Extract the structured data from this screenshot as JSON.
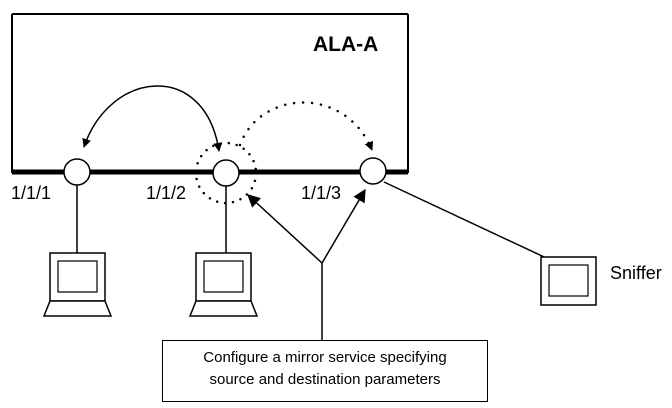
{
  "device": {
    "name": "ALA-A"
  },
  "ports": [
    {
      "label": "1/1/1"
    },
    {
      "label": "1/1/2"
    },
    {
      "label": "1/1/3"
    }
  ],
  "sniffer": {
    "label": "Sniffer"
  },
  "note": {
    "line1": "Configure a mirror service specifying",
    "line2": "source and destination parameters"
  },
  "icons": [
    "computer-icon",
    "computer-icon",
    "computer-icon"
  ]
}
